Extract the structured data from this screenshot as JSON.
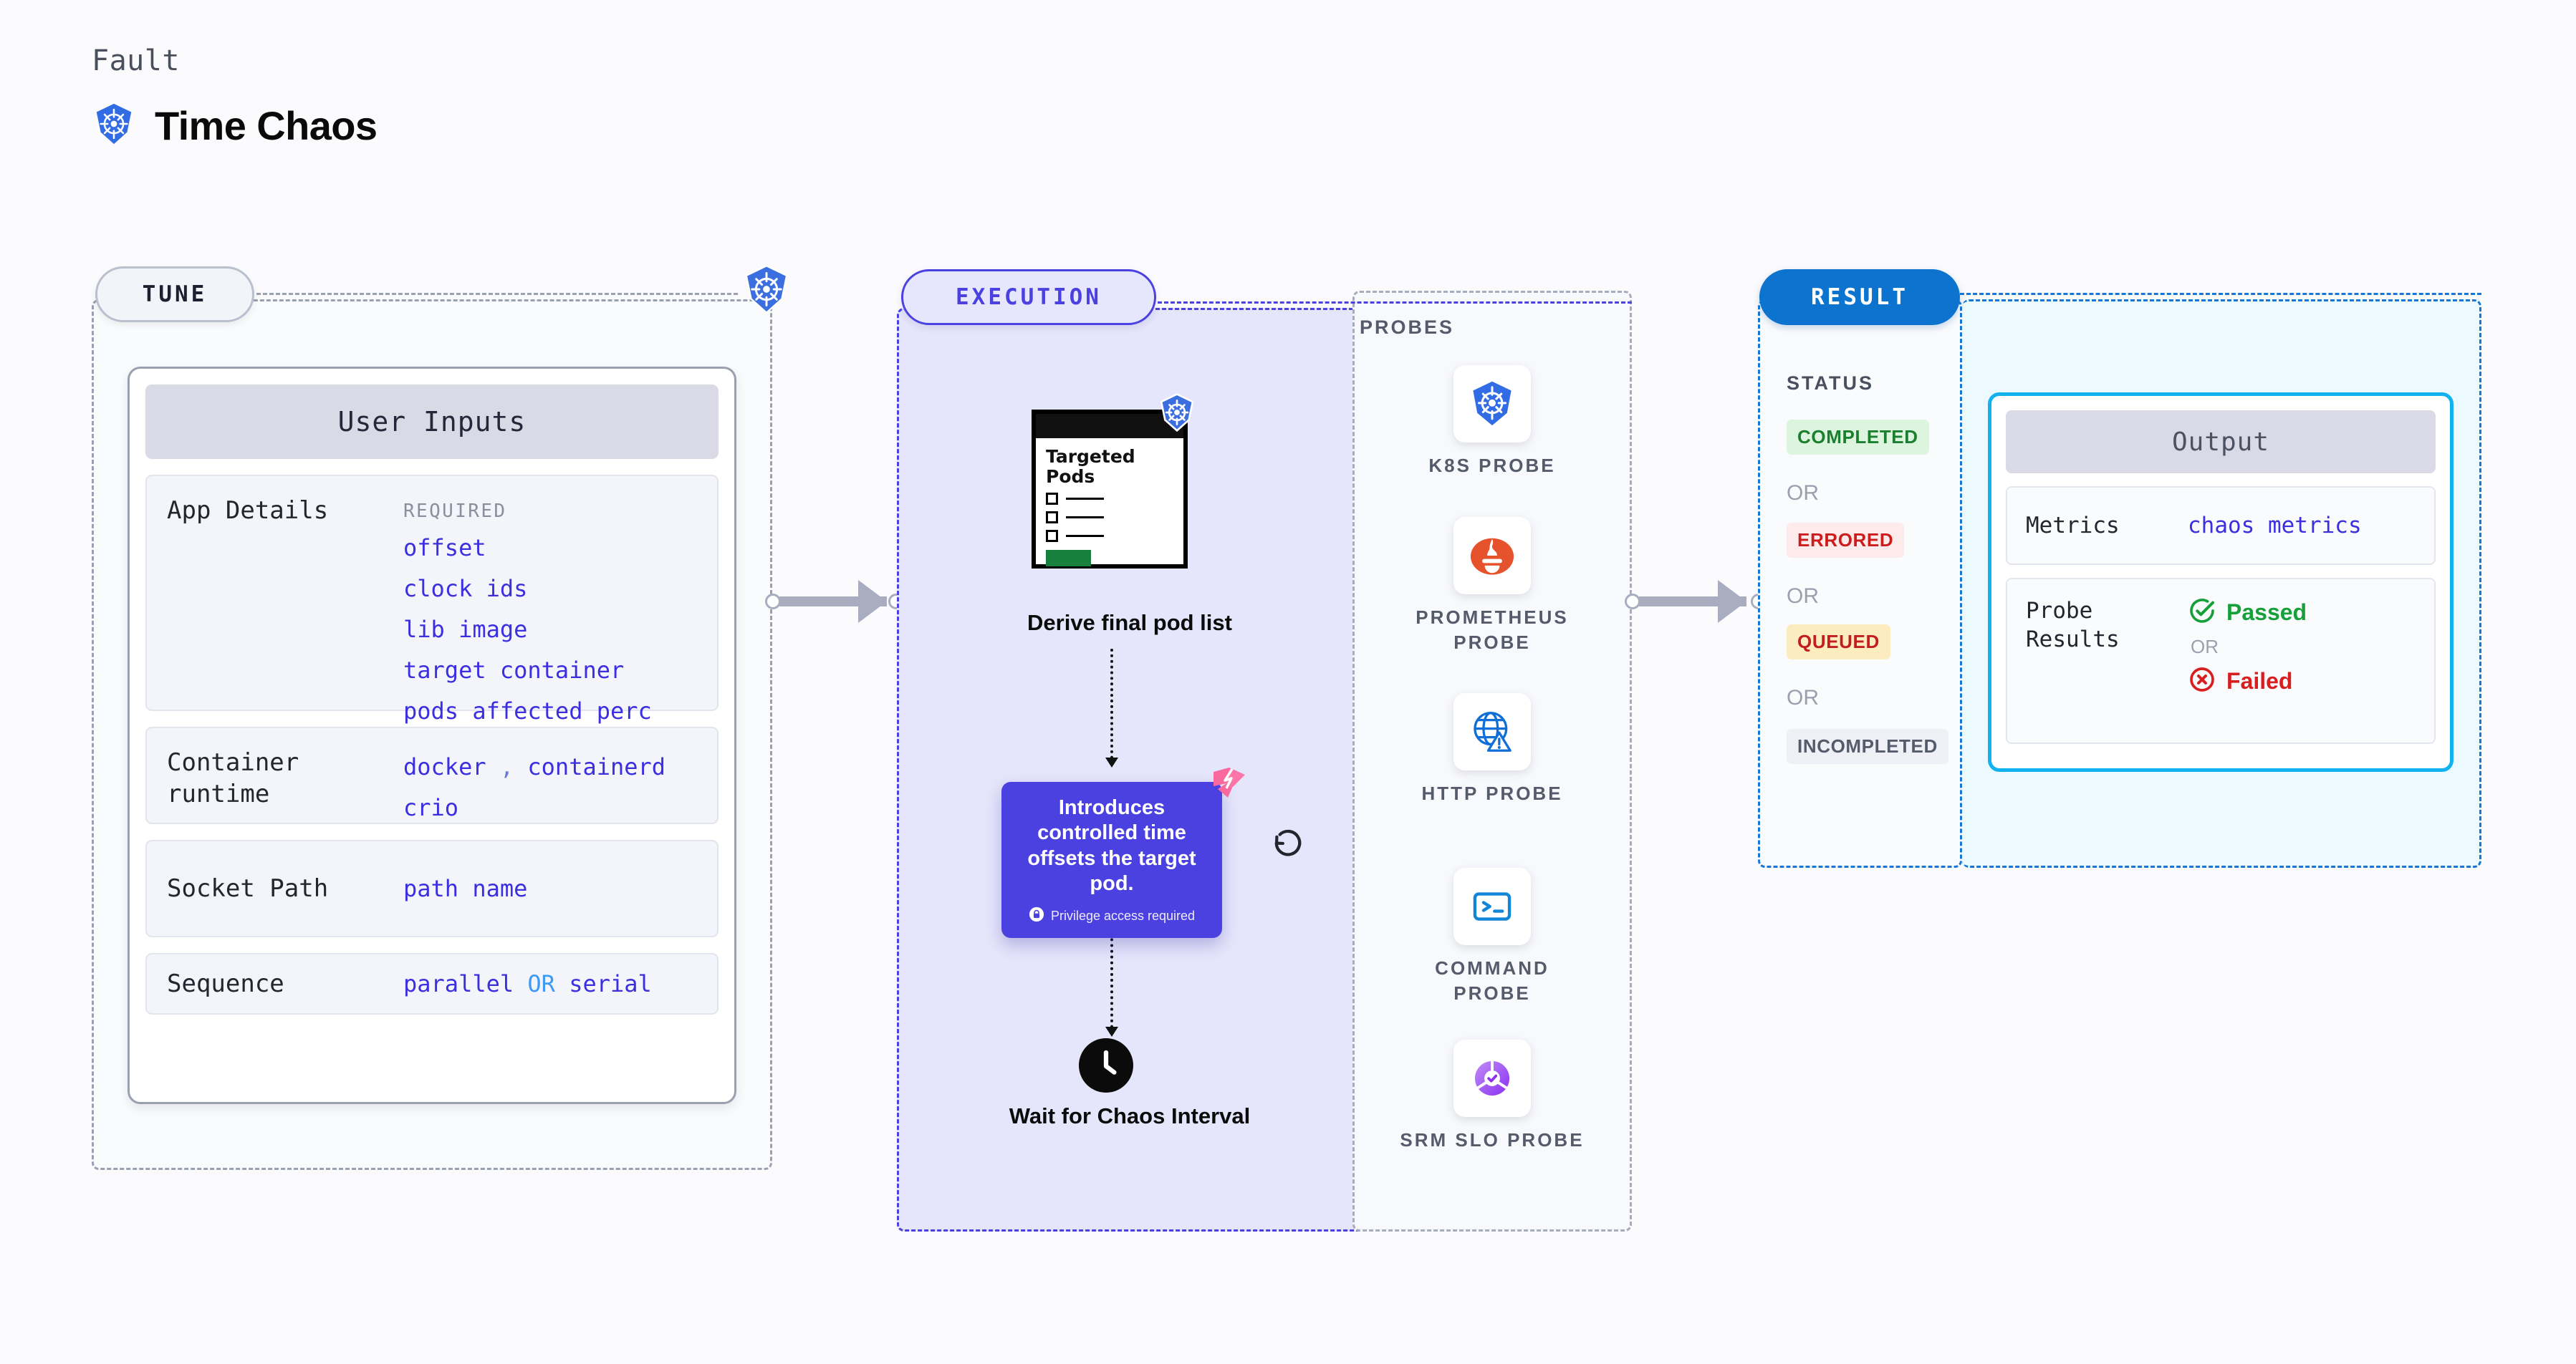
{
  "header": {
    "eyebrow": "Fault",
    "title": "Time Chaos",
    "icon": "kubernetes-icon"
  },
  "tune": {
    "badge": "TUNE",
    "edge_icon": "kubernetes-icon",
    "card_title": "User Inputs",
    "rows": [
      {
        "key": "App Details",
        "required_label": "REQUIRED",
        "values": [
          "offset",
          "clock ids",
          "lib image",
          "target container",
          "pods affected perc"
        ]
      },
      {
        "key": "Container runtime",
        "values": [
          "docker",
          "containerd",
          "crio"
        ],
        "separator": ","
      },
      {
        "key": "Socket Path",
        "values": [
          "path name"
        ]
      },
      {
        "key": "Sequence",
        "values": [
          "parallel",
          "serial"
        ],
        "separator": "OR"
      }
    ]
  },
  "execution": {
    "badge": "EXECUTION",
    "doc": {
      "title": "Targeted Pods",
      "icon": "kubernetes-icon",
      "checkbox_rows": 3
    },
    "derive_label": "Derive final pod list",
    "callout": {
      "text": "Introduces controlled time offsets the target pod.",
      "privilege_note": "Privilege access required",
      "lock_icon": "lock-icon",
      "corner_icon": "litmus-chaos-icon",
      "loop_icon": "refresh-loop-icon",
      "color": "#4B41E0"
    },
    "wait_label": "Wait for Chaos Interval",
    "wait_icon": "clock-icon",
    "probes_title": "PROBES",
    "probes": [
      {
        "label": "K8S PROBE",
        "icon": "kubernetes-icon"
      },
      {
        "label": "PROMETHEUS PROBE",
        "icon": "prometheus-icon"
      },
      {
        "label": "HTTP PROBE",
        "icon": "globe-warning-icon"
      },
      {
        "label": "COMMAND PROBE",
        "icon": "terminal-icon"
      },
      {
        "label": "SRM SLO PROBE",
        "icon": "slo-gauge-icon"
      }
    ]
  },
  "result": {
    "badge": "RESULT",
    "status_title": "STATUS",
    "or_label": "OR",
    "statuses": [
      {
        "label": "COMPLETED",
        "color": "#1a7f2e",
        "bg": "#ddf5de"
      },
      {
        "label": "ERRORED",
        "color": "#cc1d1d",
        "bg": "#fdeaea"
      },
      {
        "label": "QUEUED",
        "color": "#c31d1d",
        "bg": "#fcecc0"
      },
      {
        "label": "INCOMPLETED",
        "color": "#555b6b",
        "bg": "#eff0f5"
      }
    ],
    "output": {
      "title": "Output",
      "metrics_key": "Metrics",
      "metrics_value": "chaos metrics",
      "probe_results_key": "Probe Results",
      "passed_label": "Passed",
      "failed_label": "Failed",
      "or_label": "OR",
      "passed_icon": "check-circle-icon",
      "failed_icon": "x-circle-icon",
      "accent": "#11B2EF"
    }
  }
}
